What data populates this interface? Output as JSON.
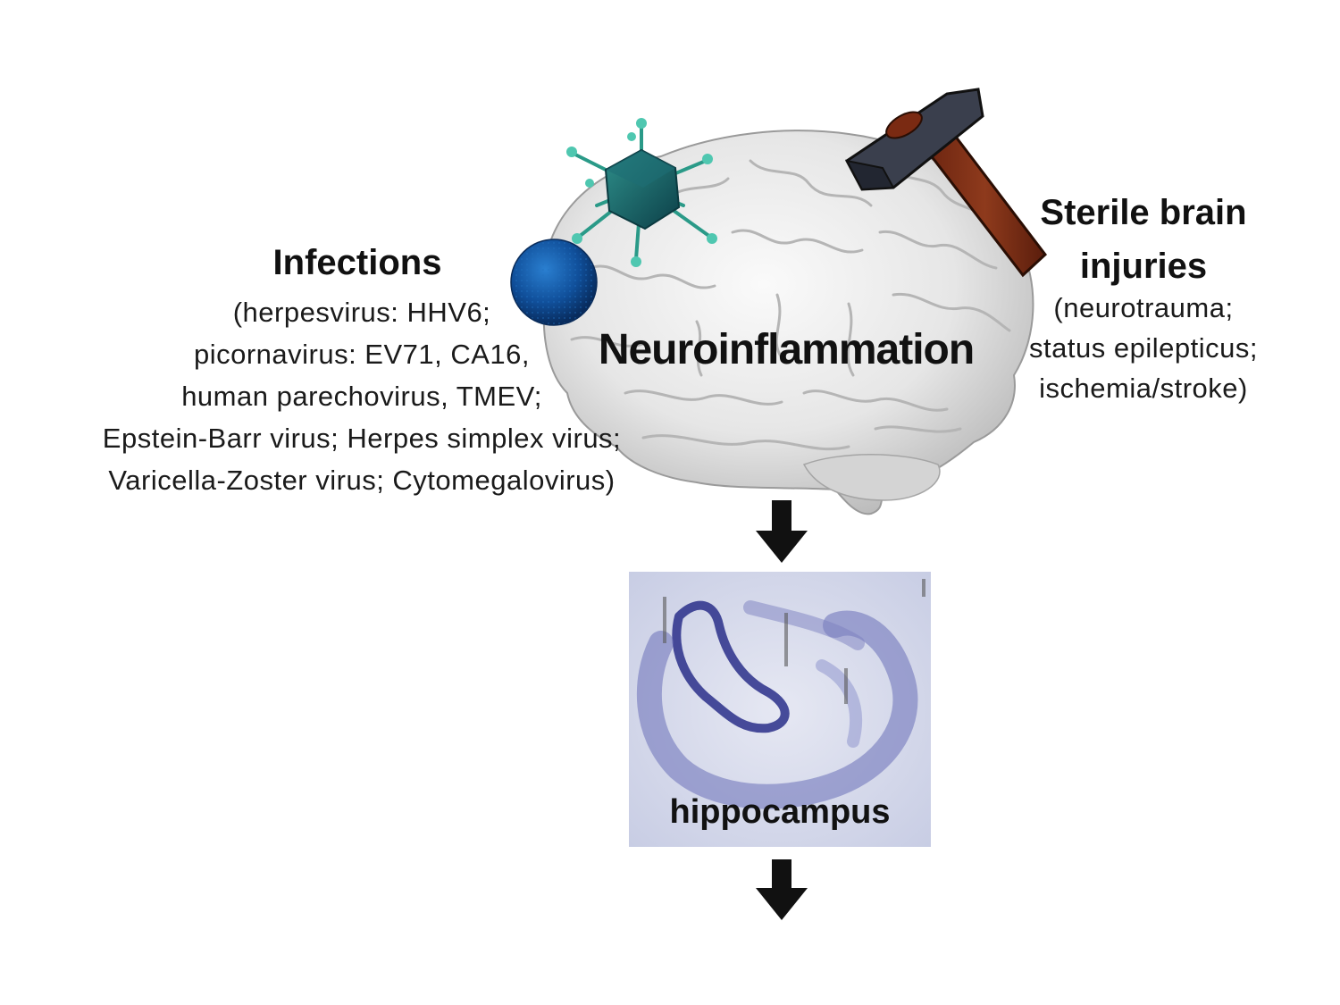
{
  "infections": {
    "title": "Infections",
    "lines": [
      "(herpesvirus: HHV6;",
      "picornavirus: EV71, CA16,",
      "human parechovirus, TMEV;",
      "Epstein-Barr virus; Herpes simplex virus;",
      "Varicella-Zoster virus; Cytomegalovirus)"
    ]
  },
  "sterile": {
    "title_lines": [
      "Sterile brain",
      "injuries"
    ],
    "lines": [
      "(neurotrauma;",
      "status epilepticus;",
      "ischemia/stroke)"
    ]
  },
  "center": {
    "label": "Neuroinflammation"
  },
  "hippocampus": {
    "label": "hippocampus"
  },
  "icons": [
    "brain-icon",
    "virus-icon",
    "virus-sphere-icon",
    "hammer-icon",
    "arrow-down-icon",
    "hippocampus-image"
  ]
}
